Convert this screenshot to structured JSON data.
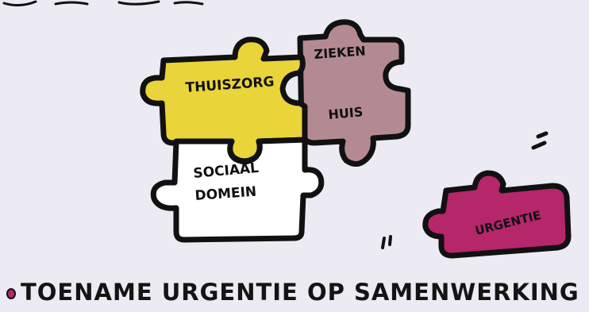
{
  "pieces": {
    "thuiszorg": {
      "label": "THUISZORG",
      "color": "#e9d43a"
    },
    "ziekenhuis": {
      "label_line1": "ZIEKEN",
      "label_line2": "HUIS",
      "color": "#b48a92"
    },
    "sociaal": {
      "label_line1": "SOCIAAL",
      "label_line2": "DOMEIN",
      "color": "#ffffff"
    },
    "urgentie": {
      "label": "URGENTIE",
      "color": "#b5266a"
    }
  },
  "caption": "TOENAME URGENTIE OP SAMENWERKING",
  "colors": {
    "background": "#eceaf2",
    "outline": "#111111",
    "bullet": "#b5286e"
  }
}
